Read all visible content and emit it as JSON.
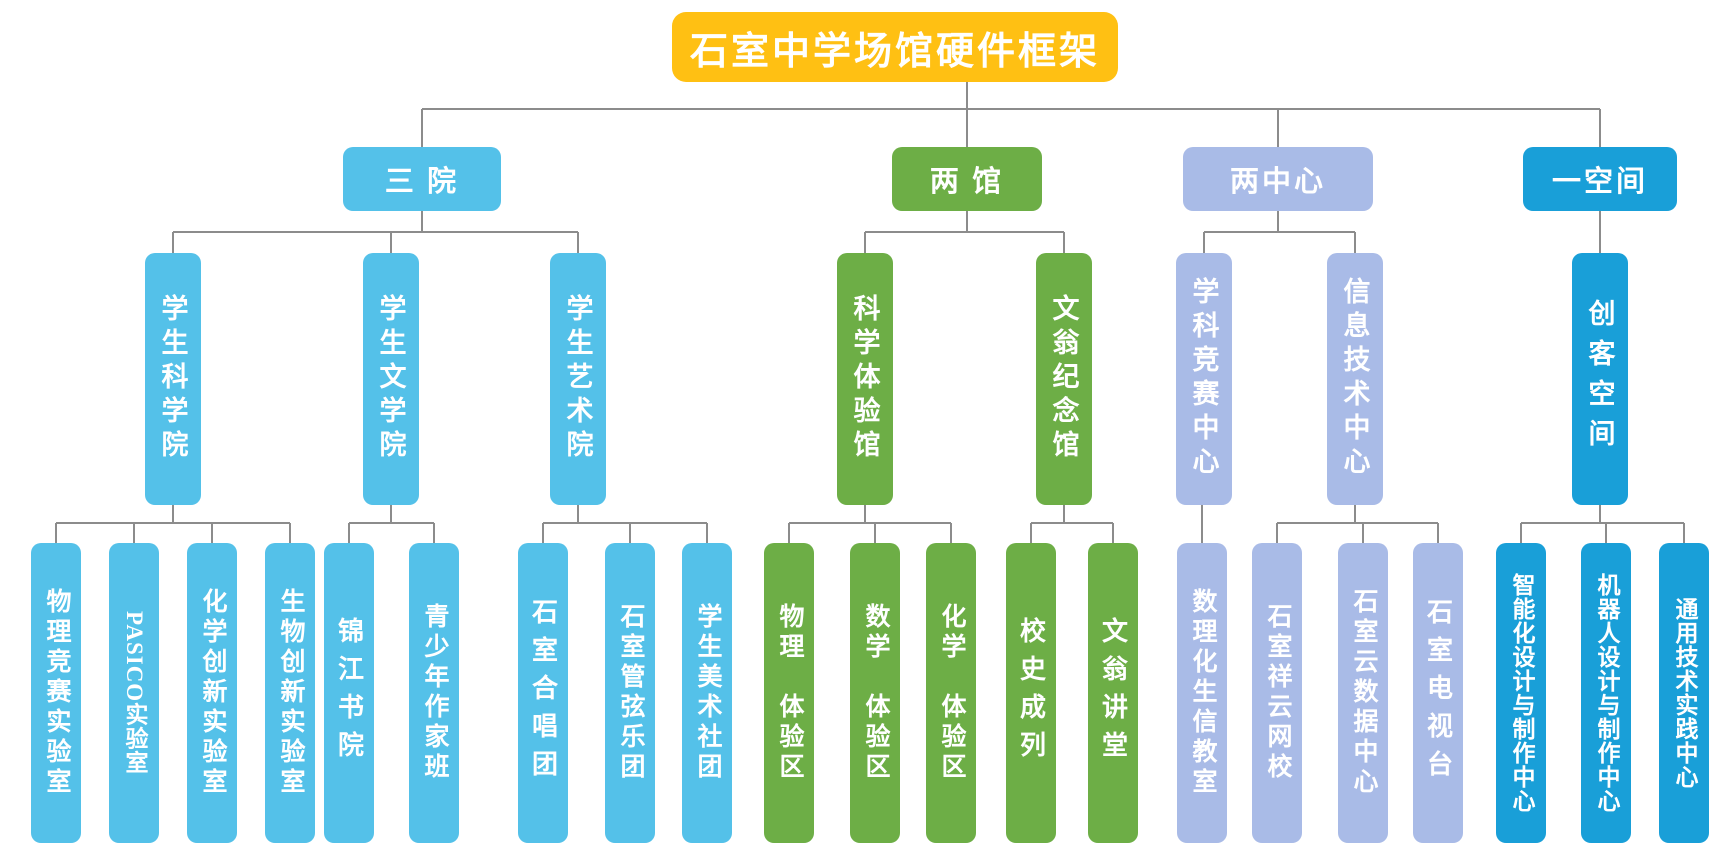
{
  "colors": {
    "root": "#ffc013",
    "blue": "#54c1e9",
    "green": "#6dae46",
    "lavender": "#a9bbe7",
    "darkblue": "#199fd8",
    "line": "#8c8c8c",
    "text": "#ffffff"
  },
  "tree": {
    "root": {
      "label": "石室中学场馆硬件框架"
    },
    "branches": [
      {
        "label": "三 院",
        "children": [
          {
            "label": "学生科学院",
            "children": [
              {
                "label": "物理竞赛实验室"
              },
              {
                "label": "PASICO实验室"
              },
              {
                "label": "化学创新实验室"
              },
              {
                "label": "生物创新实验室"
              }
            ]
          },
          {
            "label": "学生文学院",
            "children": [
              {
                "label": "锦江书院"
              },
              {
                "label": "青少年作家班"
              }
            ]
          },
          {
            "label": "学生艺术院",
            "children": [
              {
                "label": "石室合唱团"
              },
              {
                "label": "石室管弦乐团"
              },
              {
                "label": "学生美术社团"
              }
            ]
          }
        ]
      },
      {
        "label": "两 馆",
        "children": [
          {
            "label": "科学体验馆",
            "children": [
              {
                "label": "物理　体验区"
              },
              {
                "label": "数学　体验区"
              },
              {
                "label": "化学　体验区"
              }
            ]
          },
          {
            "label": "文翁纪念馆",
            "children": [
              {
                "label": "校史成列"
              },
              {
                "label": "文翁讲堂"
              }
            ]
          }
        ]
      },
      {
        "label": "两中心",
        "children": [
          {
            "label": "学科竞赛中心",
            "children": [
              {
                "label": "数理化生信教室"
              }
            ]
          },
          {
            "label": "信息技术中心",
            "children": [
              {
                "label": "石室祥云网校"
              },
              {
                "label": "石室云数据中心"
              },
              {
                "label": "石室电视台"
              }
            ]
          }
        ]
      },
      {
        "label": "一空间",
        "children": [
          {
            "label": "创客空间",
            "children": [
              {
                "label": "智能化设计与制作中心"
              },
              {
                "label": "机器人设计与制作中心"
              },
              {
                "label": "通用技术实践中心"
              }
            ]
          }
        ]
      }
    ]
  }
}
